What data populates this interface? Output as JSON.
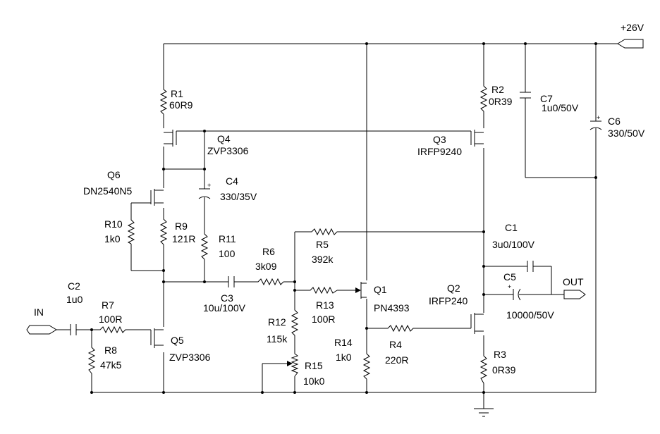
{
  "rails": {
    "supply_label": "+26V",
    "output_label": "OUT",
    "input_label": "IN"
  },
  "components": {
    "R1": {
      "ref": "R1",
      "value": "60R9"
    },
    "R2": {
      "ref": "R2",
      "value": "0R39"
    },
    "R3": {
      "ref": "R3",
      "value": "0R39"
    },
    "R4": {
      "ref": "R4",
      "value": "220R"
    },
    "R5": {
      "ref": "R5",
      "value": "392k"
    },
    "R6": {
      "ref": "R6",
      "value": "3k09"
    },
    "R7": {
      "ref": "R7",
      "value": "100R"
    },
    "R8": {
      "ref": "R8",
      "value": "47k5"
    },
    "R9": {
      "ref": "R9",
      "value": "121R"
    },
    "R10": {
      "ref": "R10",
      "value": "1k0"
    },
    "R11": {
      "ref": "R11",
      "value": "100"
    },
    "R12": {
      "ref": "R12",
      "value": "115k"
    },
    "R13": {
      "ref": "R13",
      "value": "100R"
    },
    "R14": {
      "ref": "R14",
      "value": "1k0"
    },
    "R15": {
      "ref": "R15",
      "value": "10k0"
    },
    "C1": {
      "ref": "C1",
      "value": "3u0/100V"
    },
    "C2": {
      "ref": "C2",
      "value": "1u0"
    },
    "C3": {
      "ref": "C3",
      "value": "10u/100V"
    },
    "C4": {
      "ref": "C4",
      "value": "330/35V"
    },
    "C5": {
      "ref": "C5",
      "value": "10000/50V"
    },
    "C6": {
      "ref": "C6",
      "value": "330/50V"
    },
    "C7": {
      "ref": "C7",
      "value": "1u0/50V"
    },
    "Q1": {
      "ref": "Q1",
      "value": "PN4393"
    },
    "Q2": {
      "ref": "Q2",
      "value": "IRFP240"
    },
    "Q3": {
      "ref": "Q3",
      "value": "IRFP9240"
    },
    "Q4": {
      "ref": "Q4",
      "value": "ZVP3306"
    },
    "Q5": {
      "ref": "Q5",
      "value": "ZVP3306"
    },
    "Q6": {
      "ref": "Q6",
      "value": "DN2540N5"
    }
  }
}
